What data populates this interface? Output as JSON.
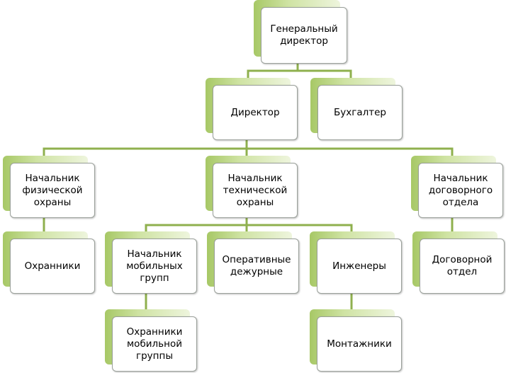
{
  "nodes": {
    "gen_director": "Генеральный\nдиректор",
    "director": "Директор",
    "accountant": "Бухгалтер",
    "head_physical": "Начальник\nфизической\nохраны",
    "head_technical": "Начальник\nтехнической\nохраны",
    "head_contract": "Начальник\nдоговорного\nотдела",
    "guards": "Охранники",
    "head_mobile": "Начальник\nмобильных\nгрупп",
    "duty": "Оперативные\nдежурные",
    "engineers": "Инженеры",
    "contract_dept": "Договорной\nотдел",
    "mobile_guards": "Охранники\nмобильной\nгруппы",
    "installers": "Монтажники"
  },
  "colors": {
    "connector": "#8fb04e",
    "shadow": "#a7c866",
    "border": "#9aa09a"
  }
}
